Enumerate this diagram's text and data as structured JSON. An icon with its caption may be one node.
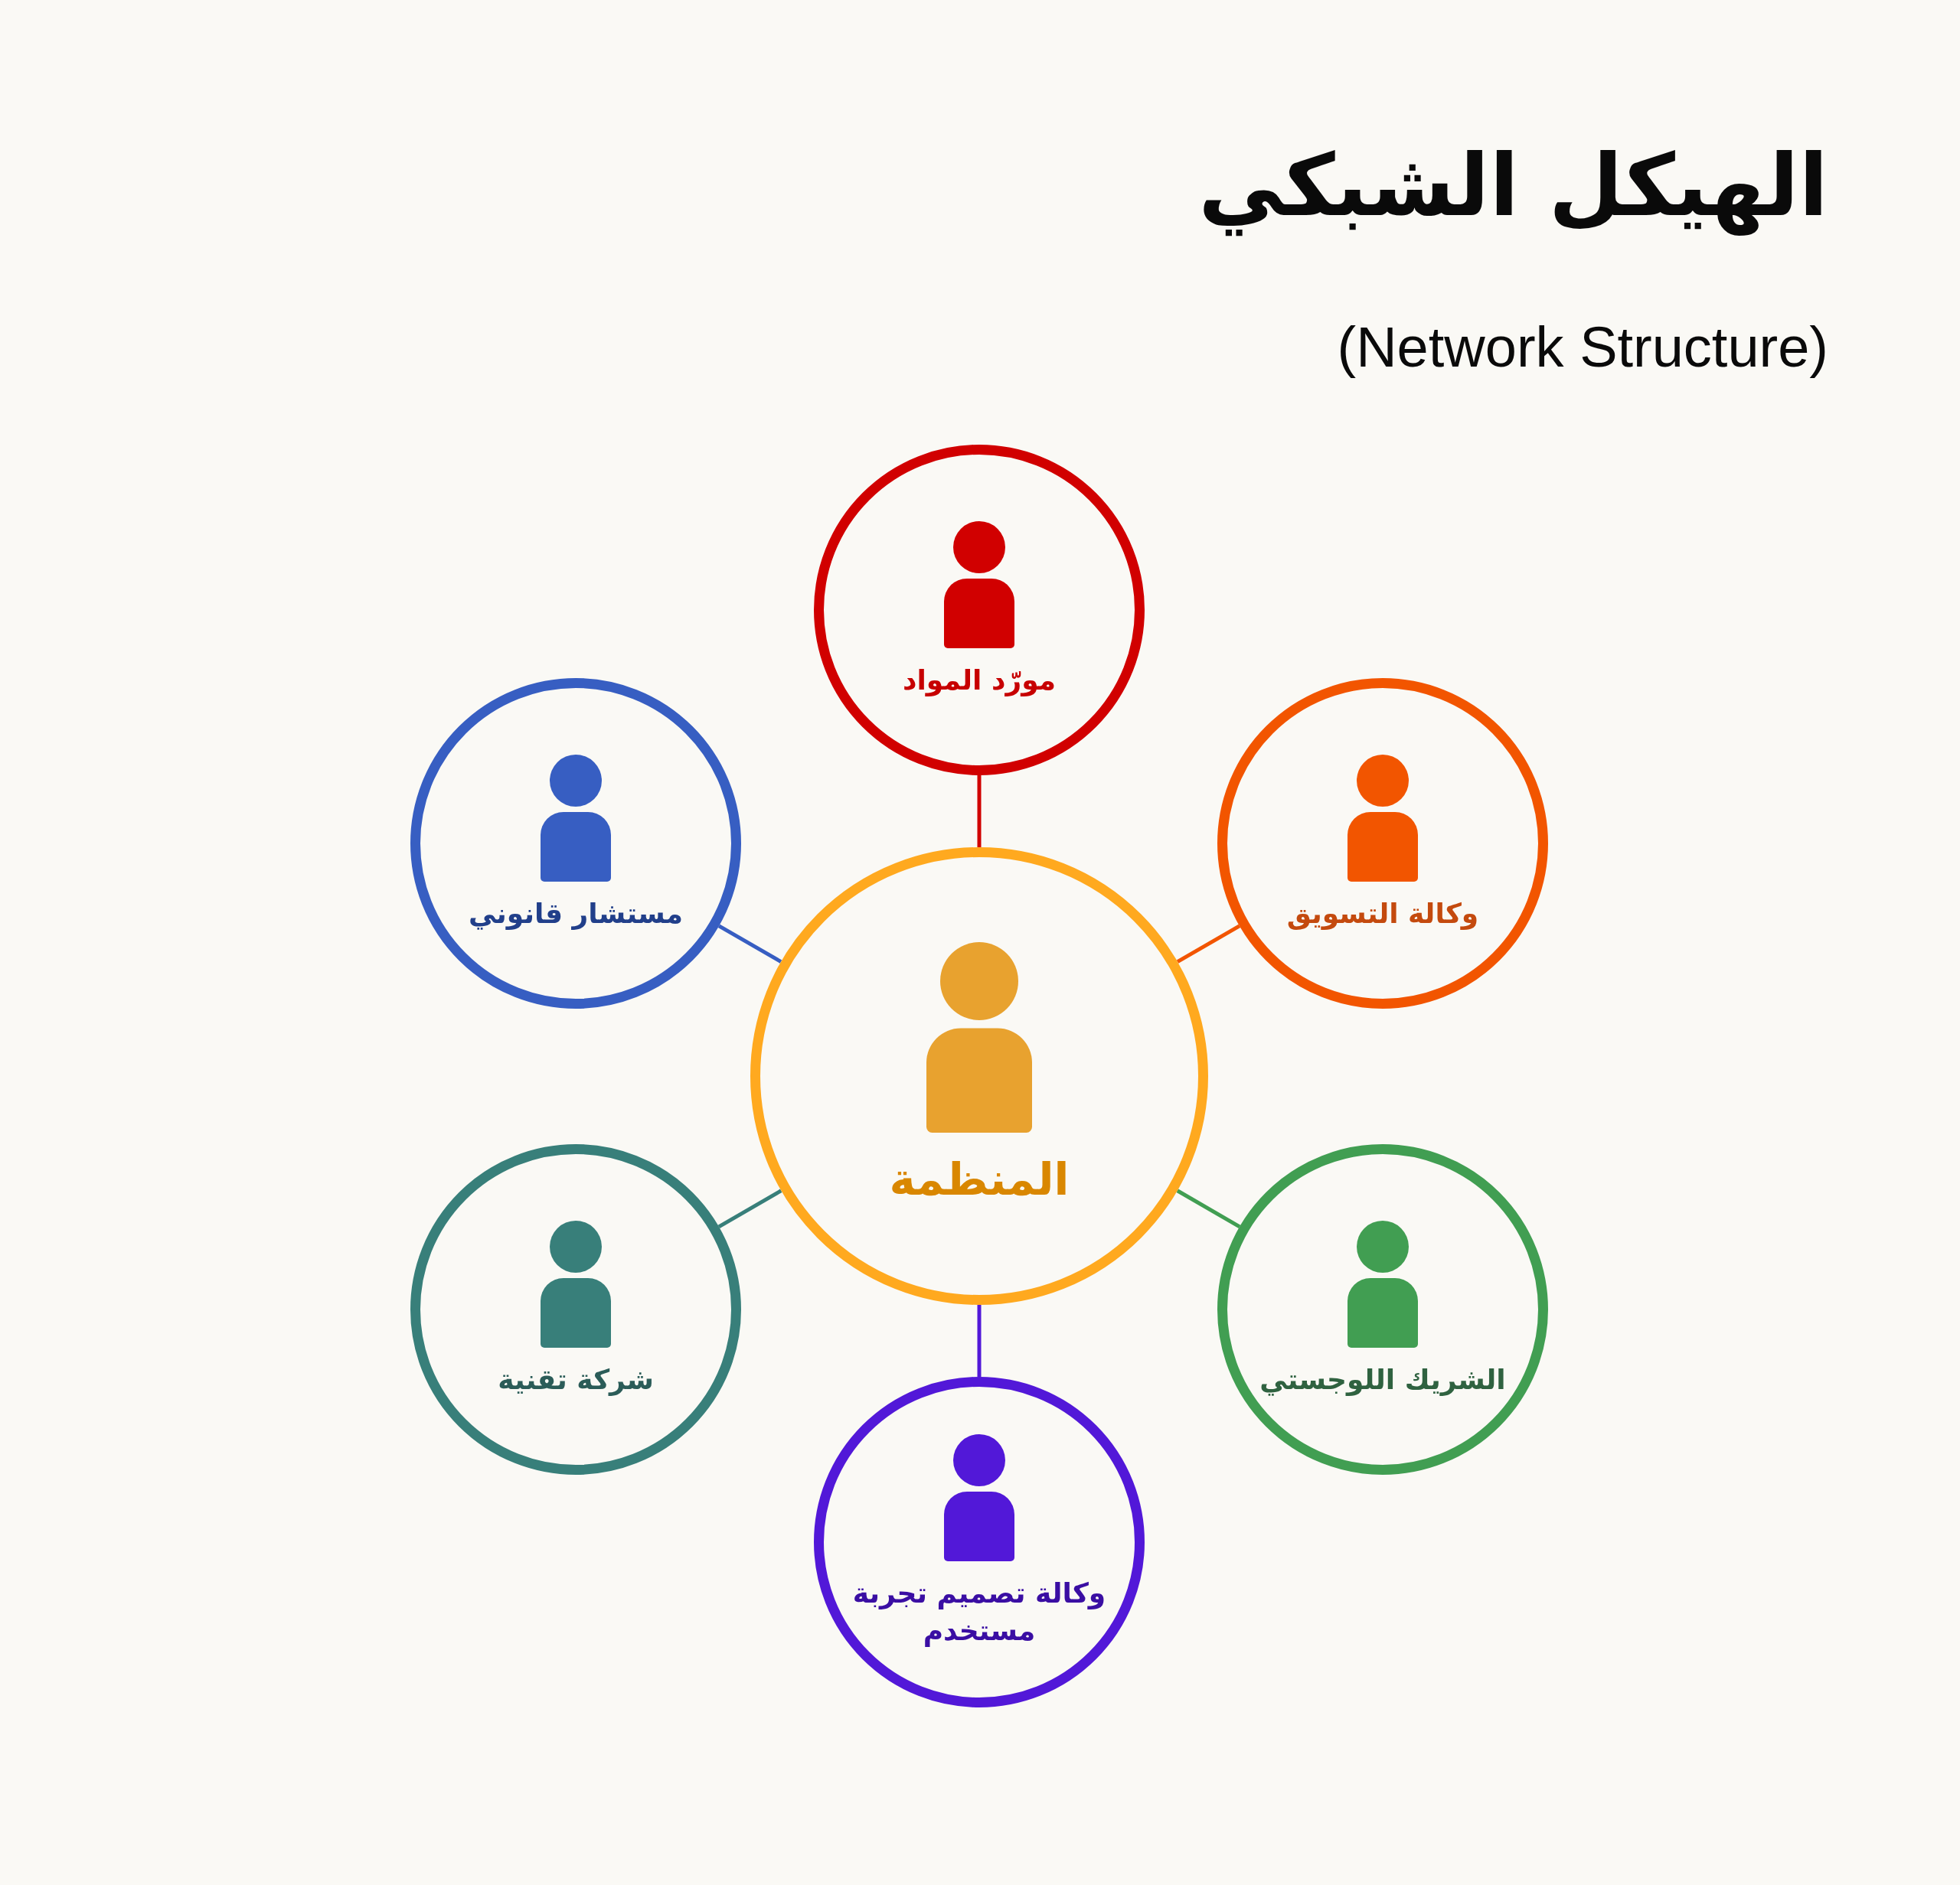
{
  "diagram": {
    "title": "الهيكل الشبكي",
    "nodes": [
      {
        "text": [
          "مورّد المواد"
        ]
      },
      {
        "text": [
          "وكالة التسويق"
        ]
      },
      {
        "text": [
          "مستشار قانوني"
        ]
      },
      {
        "text": [
          "المنظمة"
        ]
      },
      {
        "text": [
          "الشريك اللوجستي"
        ]
      },
      {
        "text": [
          "شركة تقنية"
        ]
      },
      {
        "text": [
          "وكالة تصميم تجربة مستخدم"
        ]
      }
    ],
    "edges": [
      {
        "from": 3,
        "to": 0,
        "arrow": "none",
        "color": "#d10000"
      },
      {
        "from": 3,
        "to": 1,
        "arrow": "none",
        "color": "#f25500"
      },
      {
        "from": 3,
        "to": 2,
        "arrow": "none",
        "color": "#375ec2"
      },
      {
        "from": 3,
        "to": 4,
        "arrow": "none",
        "color": "#419e52"
      },
      {
        "from": 3,
        "to": 5,
        "arrow": "none",
        "color": "#387f7a"
      },
      {
        "from": 3,
        "to": 6,
        "arrow": "none",
        "color": "#5218d8"
      }
    ],
    "labels": [
      "(Network Structure)"
    ]
  }
}
